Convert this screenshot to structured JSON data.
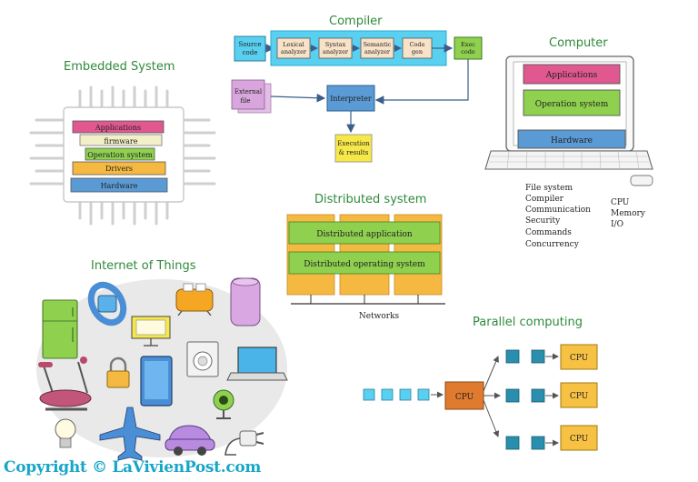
{
  "colors": {
    "title_green": "#2f8a3a",
    "pink": "#e0588f",
    "lightgreen": "#8fd14f",
    "blue": "#5b9bd5",
    "orange": "#f5b942",
    "cream": "#f2f0c8",
    "yellow": "#f7e84a",
    "lightblue": "#5ad0f0",
    "teal": "#2a8fae",
    "cpu_orange": "#f7c244",
    "cpu_dark": "#e07a2e"
  },
  "compiler": {
    "title": "Compiler",
    "source": [
      "Source",
      "code"
    ],
    "lexical": [
      "Lexical",
      "analyzer"
    ],
    "syntax": [
      "Syntax",
      "analyzer"
    ],
    "semantic": [
      "Semantic",
      "analyzer"
    ],
    "codegen": [
      "Code",
      "gen"
    ],
    "exec": [
      "Exec",
      "code"
    ],
    "external": [
      "External",
      "file"
    ],
    "interpreter": "Interpreter",
    "execution": [
      "Execution",
      "& results"
    ]
  },
  "computer": {
    "title": "Computer",
    "applications": "Applications",
    "os": "Operation system",
    "hardware": "Hardware",
    "os_functions": [
      "File system",
      "Compiler",
      "Communication",
      "Security",
      "Commands",
      "Concurrency"
    ],
    "hw_functions": [
      "CPU",
      "Memory",
      "I/O"
    ]
  },
  "embedded": {
    "title": "Embedded System",
    "layers": [
      "Applications",
      "firmware",
      "Operation system",
      "Drivers",
      "Hardware"
    ]
  },
  "distributed": {
    "title": "Distributed system",
    "app": "Distributed application",
    "os": "Distributed operating system",
    "network": "Networks"
  },
  "iot": {
    "title": "Internet of Things"
  },
  "parallel": {
    "title": "Parallel computing",
    "cpu_label": "CPU"
  },
  "copyright": "Copyright © LaVivienPost.com"
}
